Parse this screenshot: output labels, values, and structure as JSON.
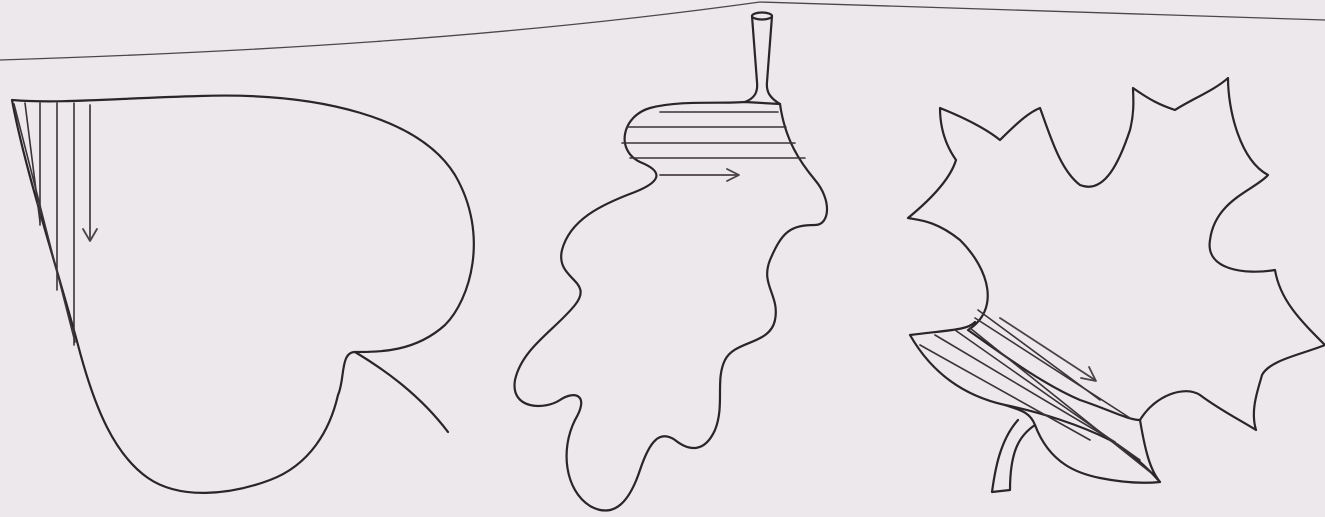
{
  "worksheet": {
    "figures": [
      {
        "id": "linden-leaf",
        "hatch_direction": "vertical",
        "arrow_direction": "down"
      },
      {
        "id": "oak-leaf",
        "hatch_direction": "horizontal",
        "arrow_direction": "right"
      },
      {
        "id": "maple-leaf",
        "hatch_direction": "diagonal",
        "arrow_direction": "down-right"
      }
    ],
    "colors": {
      "paper": "#ece8eb",
      "ink": "#2a2528"
    }
  }
}
